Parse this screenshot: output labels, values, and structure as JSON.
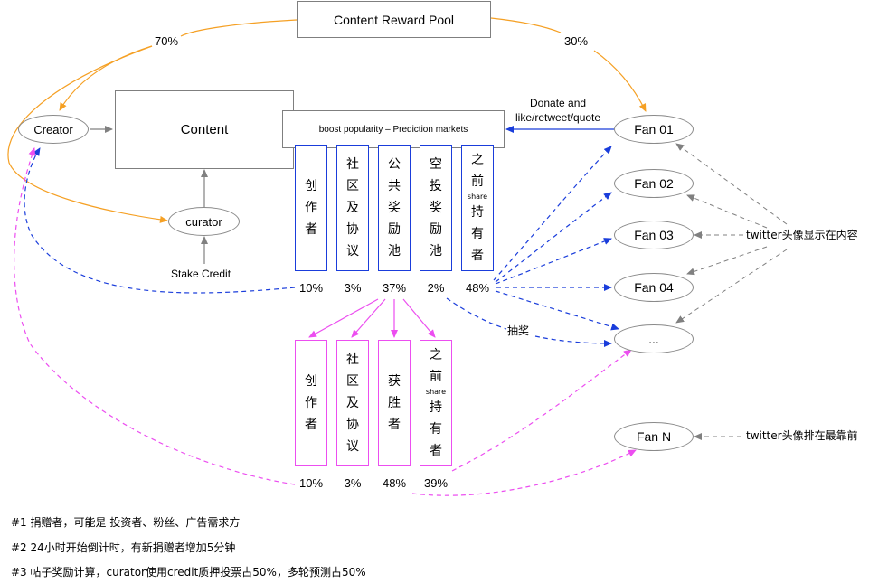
{
  "title": "Content Reward Pool",
  "colors": {
    "orange": "#f5a024",
    "blue": "#1a3ddb",
    "pink": "#ec4ef0",
    "gray": "#808080"
  },
  "nodes": {
    "reward_pool": "Content Reward Pool",
    "creator": "Creator",
    "content": "Content",
    "curator": "curator",
    "stake_credit": "Stake Credit",
    "prediction_markets": "boost popularity – Prediction markets",
    "fans": [
      "Fan 01",
      "Fan 02",
      "Fan 03",
      "Fan 04",
      "...",
      "Fan N"
    ]
  },
  "edge_labels": {
    "creator_share": "70%",
    "fan_share": "30%",
    "donate": "Donate and like/retweet/quote",
    "donate_line1": "Donate and",
    "donate_line2": "like/retweet/quote",
    "lottery": "抽奖",
    "twitter_display": "twitter头像显示在内容",
    "twitter_top": "twitter头像排在最靠前"
  },
  "blue_split": [
    {
      "chars": [
        "创",
        "作",
        "者"
      ],
      "percent": "10%"
    },
    {
      "chars": [
        "社",
        "区",
        "及",
        "协",
        "议"
      ],
      "percent": "3%"
    },
    {
      "chars": [
        "公",
        "共",
        "奖",
        "励",
        "池"
      ],
      "percent": "37%"
    },
    {
      "chars": [
        "空",
        "投",
        "奖",
        "励",
        "池"
      ],
      "percent": "2%"
    },
    {
      "chars": [
        "之",
        "前",
        "share",
        "持",
        "有",
        "者"
      ],
      "percent": "48%"
    }
  ],
  "pink_split": [
    {
      "chars": [
        "创",
        "作",
        "者"
      ],
      "percent": "10%"
    },
    {
      "chars": [
        "社",
        "区",
        "及",
        "协",
        "议"
      ],
      "percent": "3%"
    },
    {
      "chars": [
        "获",
        "胜",
        "者"
      ],
      "percent": "48%"
    },
    {
      "chars": [
        "之",
        "前",
        "share",
        "持",
        "有",
        "者"
      ],
      "percent": "39%"
    }
  ],
  "notes": [
    "#1 捐赠者，可能是 投资者、粉丝、广告需求方",
    "#2 24小时开始倒计时，有新捐赠者增加5分钟",
    "#3 帖子奖励计算，curator使用credit质押投票占50%，多轮预测占50%"
  ]
}
